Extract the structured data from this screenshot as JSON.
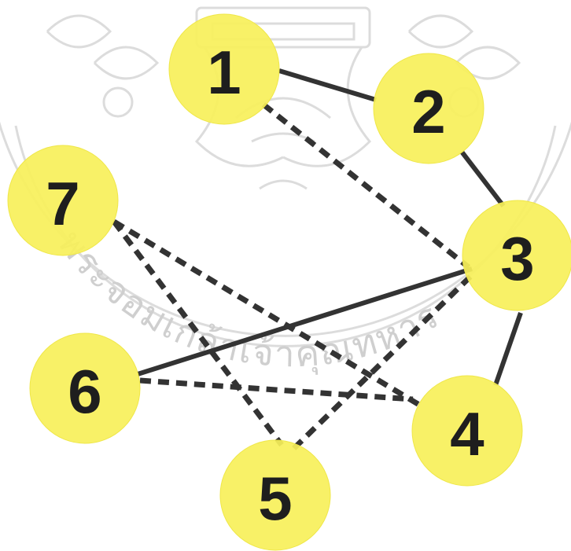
{
  "diagram": {
    "node_fill": "#f7f05a",
    "node_stroke": "#efe748",
    "edge_color": "#333333",
    "watermark_color": "#cfcfcf",
    "nodes": [
      {
        "id": "1",
        "label": "1"
      },
      {
        "id": "2",
        "label": "2"
      },
      {
        "id": "3",
        "label": "3"
      },
      {
        "id": "4",
        "label": "4"
      },
      {
        "id": "5",
        "label": "5"
      },
      {
        "id": "6",
        "label": "6"
      },
      {
        "id": "7",
        "label": "7"
      }
    ],
    "edges": [
      {
        "from": "1",
        "to": "2",
        "style": "solid"
      },
      {
        "from": "2",
        "to": "3",
        "style": "solid"
      },
      {
        "from": "3",
        "to": "4",
        "style": "solid"
      },
      {
        "from": "3",
        "to": "6",
        "style": "solid"
      },
      {
        "from": "1",
        "to": "3",
        "style": "dashed"
      },
      {
        "from": "3",
        "to": "5",
        "style": "dashed"
      },
      {
        "from": "7",
        "to": "4",
        "style": "dashed"
      },
      {
        "from": "7",
        "to": "5",
        "style": "dashed"
      },
      {
        "from": "6",
        "to": "4",
        "style": "dashed"
      }
    ],
    "watermark": {
      "text": "พระจอมเกล้าเจ้าคุณทหาร",
      "emblem": "royal-seal-emblem"
    }
  }
}
